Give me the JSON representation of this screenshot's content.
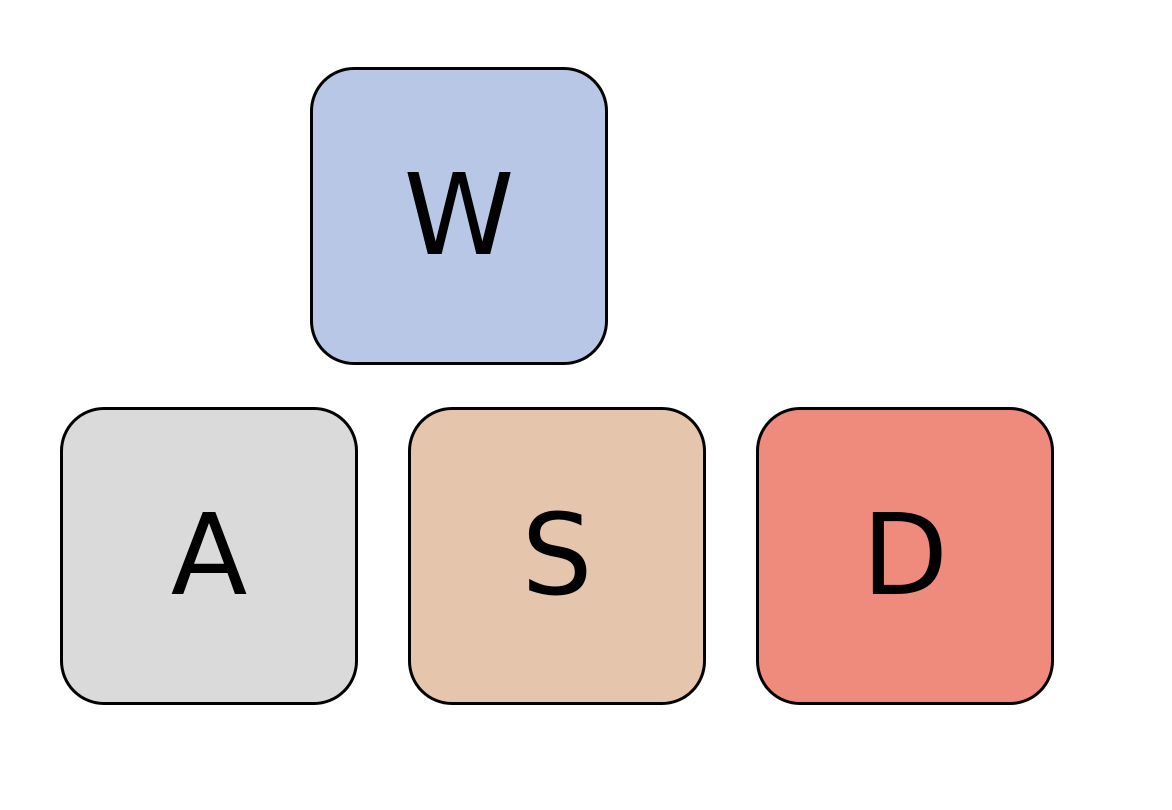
{
  "keys": {
    "w": {
      "label": "W",
      "color": "#b8c7e6"
    },
    "a": {
      "label": "A",
      "color": "#dadada"
    },
    "s": {
      "label": "S",
      "color": "#e6c5ad"
    },
    "d": {
      "label": "D",
      "color": "#ef8b7d"
    }
  },
  "border_color": "#000000"
}
